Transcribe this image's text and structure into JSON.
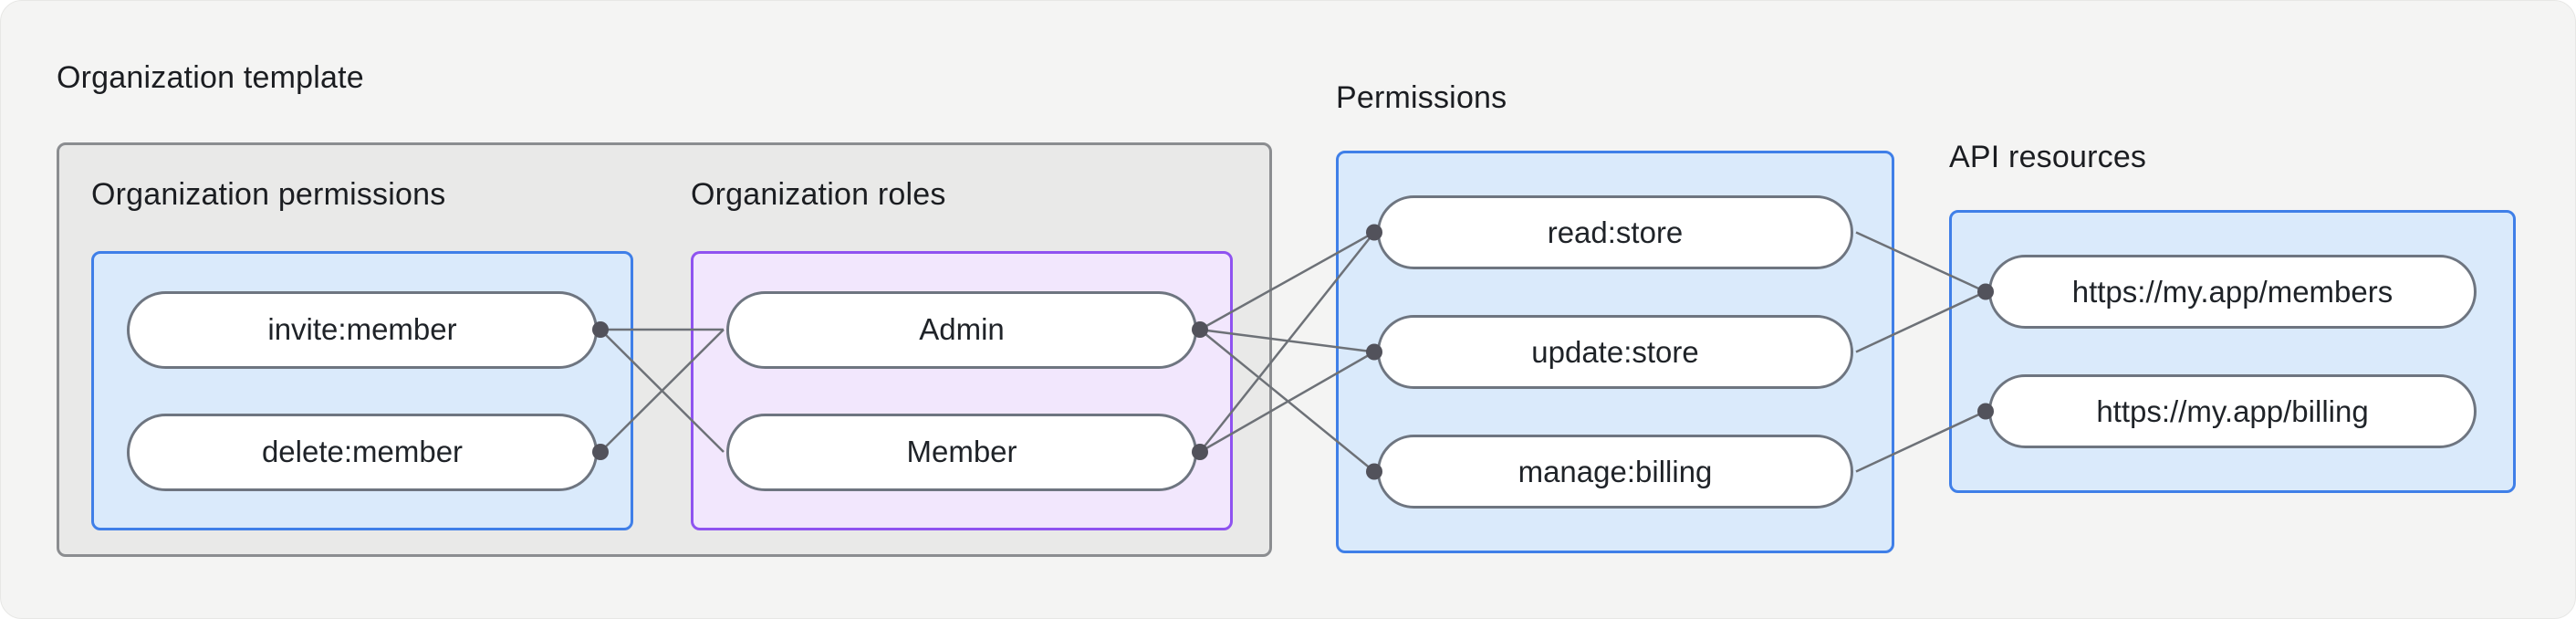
{
  "diagram": {
    "org_template": {
      "label": "Organization template",
      "org_permissions": {
        "label": "Organization permissions",
        "items": [
          "invite:member",
          "delete:member"
        ]
      },
      "org_roles": {
        "label": "Organization roles",
        "items": [
          "Admin",
          "Member"
        ]
      }
    },
    "permissions": {
      "label": "Permissions",
      "items": [
        "read:store",
        "update:store",
        "manage:billing"
      ]
    },
    "api_resources": {
      "label": "API resources",
      "items": [
        "https://my.app/members",
        "https://my.app/billing"
      ]
    },
    "edges": [
      {
        "from": "invite:member",
        "to": "Admin"
      },
      {
        "from": "invite:member",
        "to": "Member"
      },
      {
        "from": "delete:member",
        "to": "Admin"
      },
      {
        "from": "Admin",
        "to": "read:store"
      },
      {
        "from": "Admin",
        "to": "update:store"
      },
      {
        "from": "Admin",
        "to": "manage:billing"
      },
      {
        "from": "Member",
        "to": "read:store"
      },
      {
        "from": "Member",
        "to": "update:store"
      },
      {
        "from": "read:store",
        "to": "https://my.app/members"
      },
      {
        "from": "update:store",
        "to": "https://my.app/members"
      },
      {
        "from": "manage:billing",
        "to": "https://my.app/billing"
      }
    ],
    "colors": {
      "background": "#F4F4F3",
      "gray_box_fill": "#E9E9E8",
      "gray_box_border": "#8B8D90",
      "blue_box_fill": "#DAEAFB",
      "blue_box_border": "#3F7FE8",
      "purple_box_fill": "#F2E7FD",
      "purple_box_border": "#8F53F0",
      "pill_fill": "#FFFFFF",
      "pill_border": "#6E7580",
      "line": "#6D7177",
      "dot": "#52525B",
      "text": "#1B1D21"
    }
  }
}
